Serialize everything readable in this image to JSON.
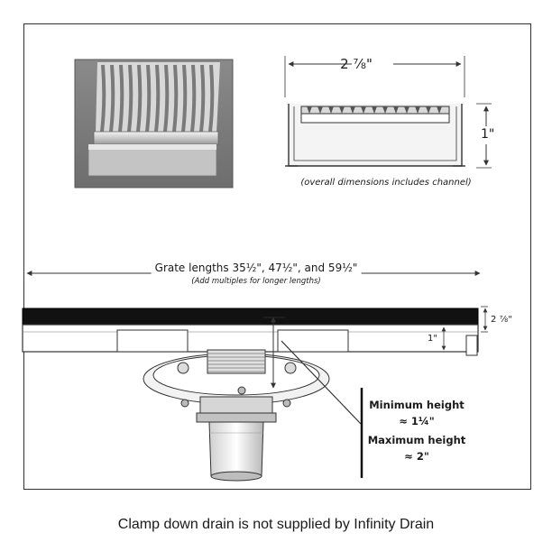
{
  "labels": {
    "top_width": "2 ⅞\"",
    "side_height": "1\"",
    "overall_note": "(overall dimensions includes channel)",
    "grate_lengths": "Grate lengths 35½\", 47½\", and 59½\"",
    "grate_multiples": "(Add multiples for longer lengths)",
    "right_height": "2 ⅞\"",
    "channel_height": "1\"",
    "minimum_height_label": "Minimum height",
    "minimum_height_value": "≈ 1¼\"",
    "maximum_height_label": "Maximum height",
    "maximum_height_value": "≈ 2\""
  },
  "footer": {
    "caption": "Clamp down drain is not supplied by Infinity Drain"
  }
}
